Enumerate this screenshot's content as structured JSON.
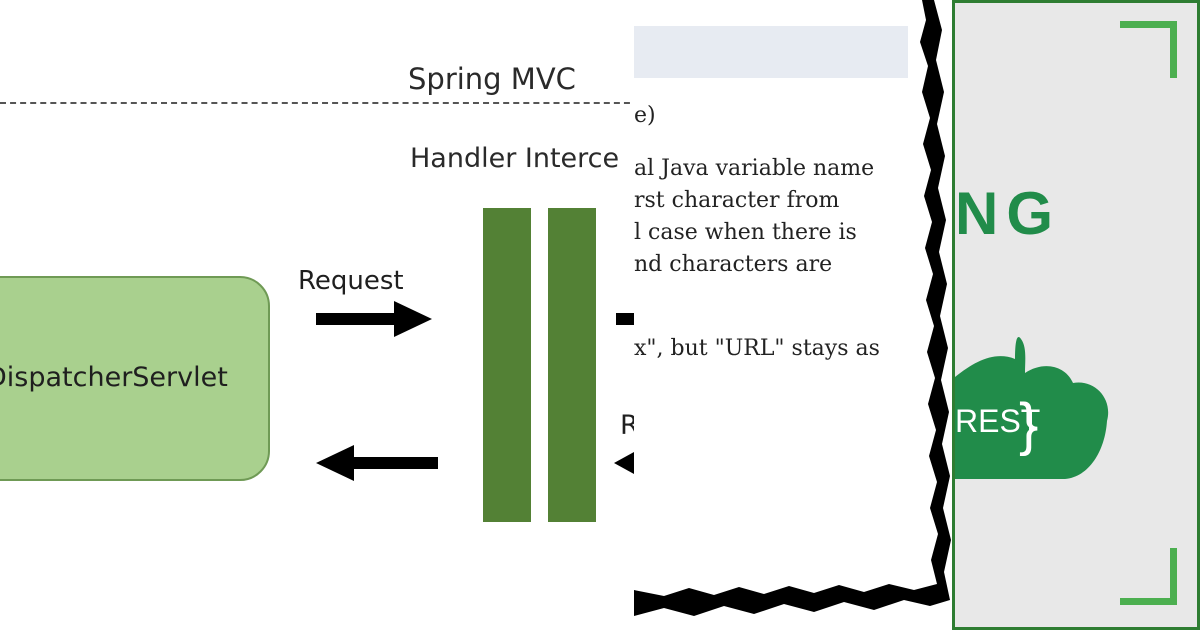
{
  "diagram": {
    "title": "Spring MVC",
    "interceptor_label": "Handler Interce",
    "servlet_label": "DispatcherServlet",
    "request_label": "Request",
    "partial_label": "R",
    "colors": {
      "servlet_fill": "#a9d08e",
      "interceptor_bars": "#538135",
      "arrows": "#000000"
    }
  },
  "document": {
    "lines": [
      "e)",
      "al Java variable name",
      "rst character from",
      "l case when there is",
      "nd characters are",
      "x\", but \"URL\" stays as"
    ]
  },
  "logo": {
    "word": "NG",
    "cloud_text": "REST",
    "cloud_brace": "}",
    "colors": {
      "brand_green": "#218c4a",
      "corner_green": "#4caf50",
      "background": "#e8e8e8"
    }
  }
}
